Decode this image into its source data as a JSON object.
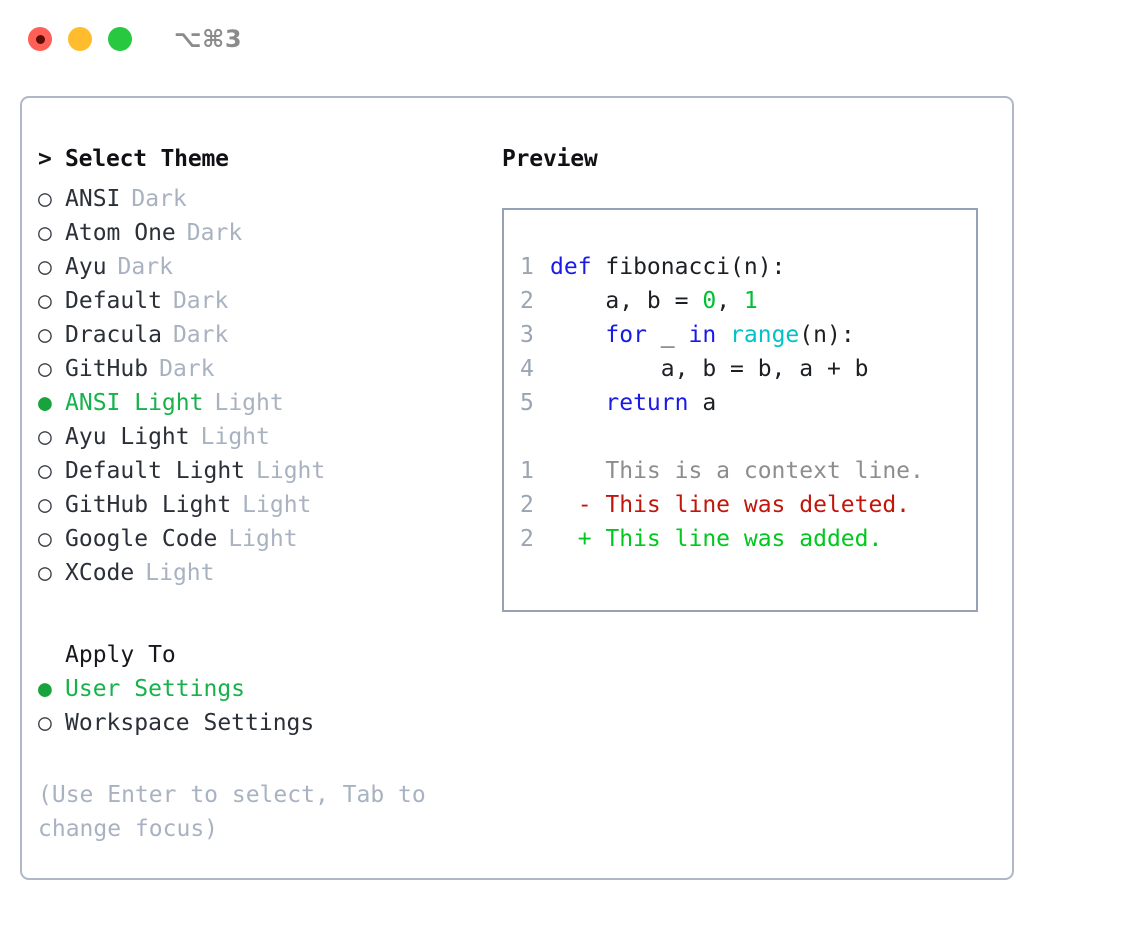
{
  "titlebar": {
    "shortcut": "⌥⌘3",
    "buttons": [
      {
        "name": "close",
        "color": "#ff5f57"
      },
      {
        "name": "minimize",
        "color": "#ffbd2e"
      },
      {
        "name": "zoom",
        "color": "#28c840"
      }
    ]
  },
  "theme_panel": {
    "heading_marker": ">",
    "heading": "Select Theme",
    "marker_selected": "●",
    "marker_unselected": "○",
    "items": [
      {
        "name": "ANSI",
        "variant": "Dark",
        "selected": false
      },
      {
        "name": "Atom One",
        "variant": "Dark",
        "selected": false
      },
      {
        "name": "Ayu",
        "variant": "Dark",
        "selected": false
      },
      {
        "name": "Default",
        "variant": "Dark",
        "selected": false
      },
      {
        "name": "Dracula",
        "variant": "Dark",
        "selected": false
      },
      {
        "name": "GitHub",
        "variant": "Dark",
        "selected": false
      },
      {
        "name": "ANSI Light",
        "variant": "Light",
        "selected": true
      },
      {
        "name": "Ayu Light",
        "variant": "Light",
        "selected": false
      },
      {
        "name": "Default Light",
        "variant": "Light",
        "selected": false
      },
      {
        "name": "GitHub Light",
        "variant": "Light",
        "selected": false
      },
      {
        "name": "Google Code",
        "variant": "Light",
        "selected": false
      },
      {
        "name": "XCode",
        "variant": "Light",
        "selected": false
      }
    ]
  },
  "apply_to": {
    "heading": "Apply To",
    "options": [
      {
        "label": "User Settings",
        "selected": true
      },
      {
        "label": "Workspace Settings",
        "selected": false
      }
    ]
  },
  "hint": "(Use Enter to select, Tab to change focus)",
  "preview": {
    "heading": "Preview",
    "code_lines": [
      {
        "no": "1",
        "tokens": [
          {
            "t": "def ",
            "k": "kw"
          },
          {
            "t": "fibonacci(n):",
            "k": "plain"
          }
        ]
      },
      {
        "no": "2",
        "tokens": [
          {
            "t": "    a, b = ",
            "k": "plain"
          },
          {
            "t": "0",
            "k": "num"
          },
          {
            "t": ", ",
            "k": "plain"
          },
          {
            "t": "1",
            "k": "num"
          }
        ]
      },
      {
        "no": "3",
        "tokens": [
          {
            "t": "    ",
            "k": "plain"
          },
          {
            "t": "for",
            "k": "kw"
          },
          {
            "t": " _ ",
            "k": "plain"
          },
          {
            "t": "in",
            "k": "kw"
          },
          {
            "t": " ",
            "k": "plain"
          },
          {
            "t": "range",
            "k": "fn"
          },
          {
            "t": "(n):",
            "k": "plain"
          }
        ]
      },
      {
        "no": "4",
        "tokens": [
          {
            "t": "        a, b = b, a + b",
            "k": "plain"
          }
        ]
      },
      {
        "no": "5",
        "tokens": [
          {
            "t": "    ",
            "k": "plain"
          },
          {
            "t": "return",
            "k": "kw"
          },
          {
            "t": " a",
            "k": "plain"
          }
        ]
      }
    ],
    "diff_lines": [
      {
        "no": "1",
        "sign": " ",
        "text": " This is a context line.",
        "kind": "ctx"
      },
      {
        "no": "2",
        "sign": "-",
        "text": " This line was deleted.",
        "kind": "del"
      },
      {
        "no": "2",
        "sign": "+",
        "text": " This line was added.",
        "kind": "add"
      }
    ]
  },
  "colors": {
    "panel_border": "#aeb8c6",
    "preview_border": "#95a2b3",
    "selected_green": "#16b24a",
    "muted": "#a8b2c0",
    "keyword_blue": "#1a1ae6",
    "function_cyan": "#00c2c7",
    "number_green": "#00c032",
    "diff_delete_red": "#c0160c",
    "diff_add_green": "#00c81e"
  }
}
